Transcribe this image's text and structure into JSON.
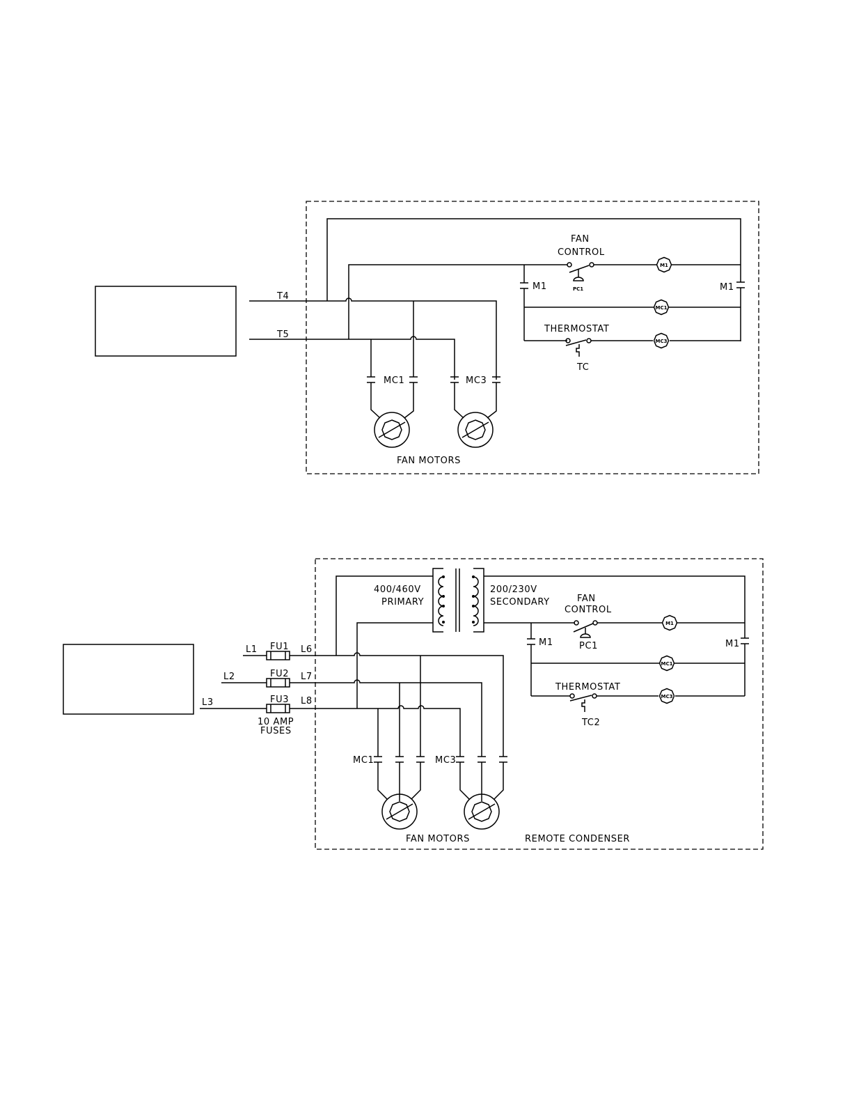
{
  "diagram1": {
    "line_labels": {
      "t4": "T4",
      "t5": "T5"
    },
    "fan_control": {
      "line1": "FAN",
      "line2": "CONTROL",
      "switch": "PC1"
    },
    "relay_contact_left": "M1",
    "relay_contact_right": "M1",
    "coils": {
      "m1": "M1",
      "mc1": "MC1",
      "mc3": "MC3"
    },
    "thermostat": {
      "label": "THERMOSTAT",
      "switch": "TC"
    },
    "motor_contactors": {
      "mc1": "MC1",
      "mc3": "MC3"
    },
    "fan_motors_label": "FAN MOTORS"
  },
  "diagram2": {
    "line_labels": {
      "l1": "L1",
      "l2": "L2",
      "l3": "L3",
      "l6": "L6",
      "l7": "L7",
      "l8": "L8"
    },
    "fuses": {
      "fu1": "FU1",
      "fu2": "FU2",
      "fu3": "FU3",
      "rating_line1": "10 AMP",
      "rating_line2": "FUSES"
    },
    "transformer": {
      "primary_voltage": "400/460V",
      "primary_label": "PRIMARY",
      "secondary_voltage": "200/230V",
      "secondary_label": "SECONDARY"
    },
    "fan_control": {
      "line1": "FAN",
      "line2": "CONTROL",
      "switch": "PC1"
    },
    "relay_contact_left": "M1",
    "relay_contact_right": "M1",
    "coils": {
      "m1": "M1",
      "mc1": "MC1",
      "mc3": "MC3"
    },
    "thermostat": {
      "label": "THERMOSTAT",
      "switch": "TC2"
    },
    "motor_contactors": {
      "mc1": "MC1",
      "mc3": "MC3"
    },
    "fan_motors_label": "FAN MOTORS",
    "enclosure_label": "REMOTE CONDENSER"
  }
}
